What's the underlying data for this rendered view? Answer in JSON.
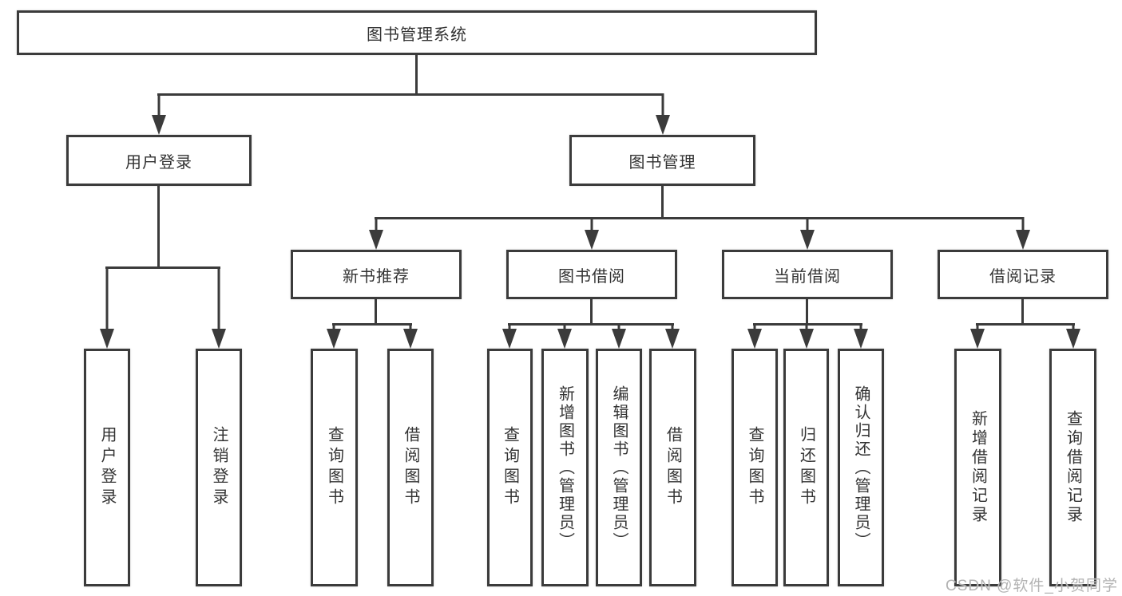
{
  "diagram": {
    "title_node": {
      "label": "图书管理系统"
    },
    "level1": [
      {
        "id": "user-login",
        "label": "用户登录"
      },
      {
        "id": "book-management",
        "label": "图书管理"
      }
    ],
    "level2": [
      {
        "id": "new-book-recommend",
        "label": "新书推荐",
        "parent": "图书管理"
      },
      {
        "id": "book-borrow",
        "label": "图书借阅",
        "parent": "图书管理"
      },
      {
        "id": "current-borrow",
        "label": "当前借阅",
        "parent": "图书管理"
      },
      {
        "id": "borrow-records",
        "label": "借阅记录",
        "parent": "图书管理"
      }
    ],
    "leaves": [
      {
        "id": "user-login-leaf",
        "label": "用户登录",
        "parent": "用户登录"
      },
      {
        "id": "logout-leaf",
        "label": "注销登录",
        "parent": "用户登录"
      },
      {
        "id": "query-books-1",
        "label": "查询图书",
        "parent": "新书推荐"
      },
      {
        "id": "borrow-books-1",
        "label": "借阅图书",
        "parent": "新书推荐"
      },
      {
        "id": "query-books-2",
        "label": "查询图书",
        "parent": "图书借阅"
      },
      {
        "id": "add-books-admin",
        "label": "新增图书（管理员）",
        "parent": "图书借阅"
      },
      {
        "id": "edit-books-admin",
        "label": "编辑图书（管理员）",
        "parent": "图书借阅"
      },
      {
        "id": "borrow-books-2",
        "label": "借阅图书",
        "parent": "图书借阅"
      },
      {
        "id": "query-books-3",
        "label": "查询图书",
        "parent": "当前借阅"
      },
      {
        "id": "return-books",
        "label": "归还图书",
        "parent": "当前借阅"
      },
      {
        "id": "confirm-return-admin",
        "label": "确认归还（管理员）",
        "parent": "当前借阅"
      },
      {
        "id": "add-borrow-record",
        "label": "新增借阅记录",
        "parent": "借阅记录"
      },
      {
        "id": "query-borrow-record",
        "label": "查询借阅记录",
        "parent": "借阅记录"
      }
    ]
  },
  "watermark": {
    "text": "CSDN @软件_小贺同学"
  },
  "colors": {
    "line": "#3b3b3b",
    "text": "#333333",
    "background": "#ffffff",
    "watermark": "#b3b3b3"
  }
}
